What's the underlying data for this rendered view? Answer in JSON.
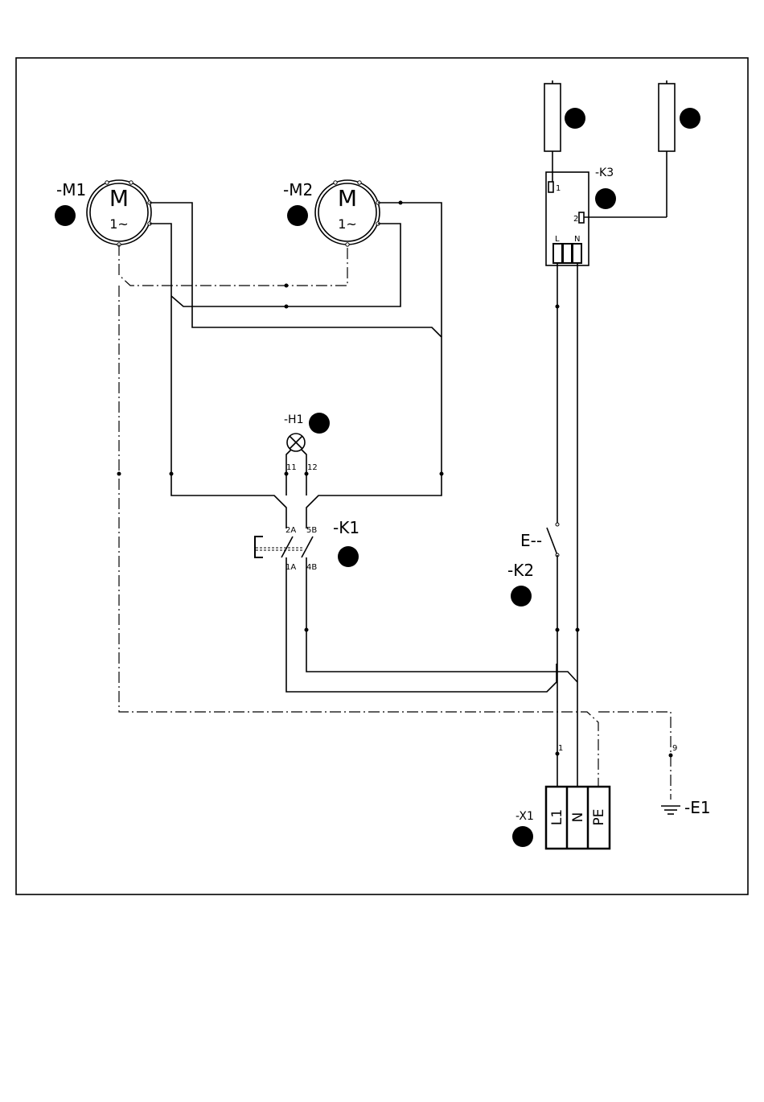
{
  "components": {
    "m1": {
      "label": "-M1",
      "symbol": "M",
      "phase": "1~"
    },
    "m2": {
      "label": "-M2",
      "symbol": "M",
      "phase": "1~"
    },
    "h1": {
      "label": "-H1",
      "pin_a": "11",
      "pin_b": "12"
    },
    "k1": {
      "label": "-K1",
      "pin_2a": "2A",
      "pin_5b": "5B",
      "pin_1a": "1A",
      "pin_4b": "4B"
    },
    "k2": {
      "label": "-K2",
      "prefix": "E--"
    },
    "k3": {
      "label": "-K3",
      "pin_1": "1",
      "pin_2": "2",
      "pin_l": "L",
      "pin_n": "N"
    },
    "x1": {
      "label": "-X1",
      "t1": "L1",
      "t2": "N",
      "t3": "PE",
      "pin_1": "1"
    },
    "e1": {
      "label": "-E1",
      "pin_9": "9"
    }
  }
}
